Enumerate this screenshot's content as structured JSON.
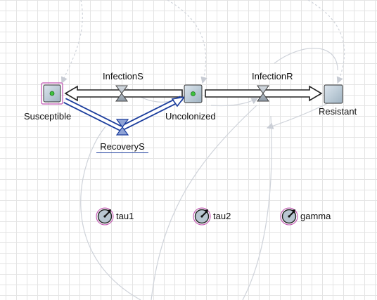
{
  "stocks": {
    "susceptible": "Susceptible",
    "uncolonized": "Uncolonized",
    "resistant": "Resistant"
  },
  "flows": {
    "infection_s": "InfectionS",
    "infection_r": "InfectionR",
    "recovery_s": "RecoveryS"
  },
  "parameters": {
    "tau1": "tau1",
    "tau2": "tau2",
    "gamma": "gamma"
  },
  "colors": {
    "stock_fill": "#b9cad6",
    "selection": "#c050b0",
    "selected_flow": "#1a3c9c",
    "link_line": "#c8ccd4"
  }
}
